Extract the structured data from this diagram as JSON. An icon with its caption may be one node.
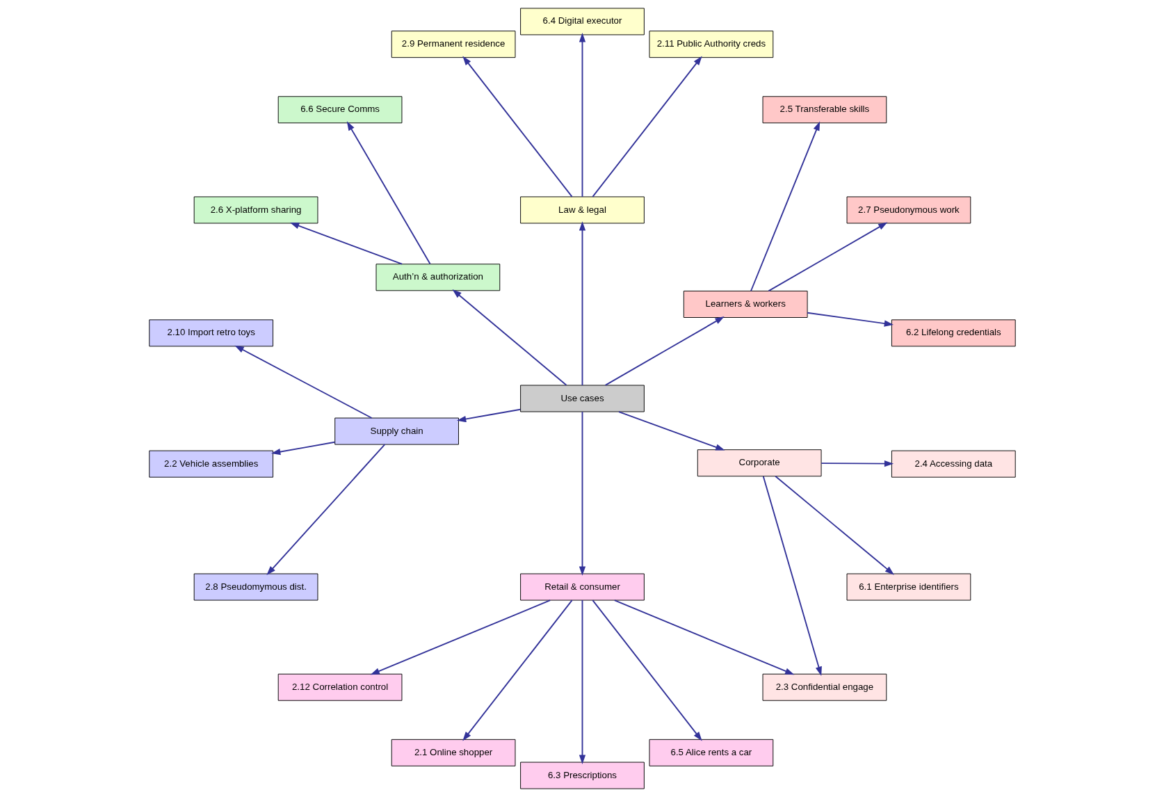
{
  "diagram": {
    "nodes": [
      {
        "text": [
          "Use cases"
        ]
      },
      {
        "text": [
          "Learners & workers"
        ]
      },
      {
        "text": [
          "6.2 Lifelong credentials"
        ]
      },
      {
        "text": [
          "2.7 Pseudonymous work"
        ]
      },
      {
        "text": [
          "2.5 Transferable skills"
        ]
      },
      {
        "text": [
          "Law & legal"
        ]
      },
      {
        "text": [
          "2.11 Public Authority creds"
        ]
      },
      {
        "text": [
          "6.4 Digital executor"
        ]
      },
      {
        "text": [
          "2.9 Permanent residence"
        ]
      },
      {
        "text": [
          "Corporate"
        ]
      },
      {
        "text": [
          "6.1 Enterprise identifiers"
        ]
      },
      {
        "text": [
          "2.4 Accessing data"
        ]
      },
      {
        "text": [
          "2.3 Confidential engage"
        ]
      },
      {
        "text": [
          "Auth’n & authorization"
        ]
      },
      {
        "text": [
          "6.6 Secure Comms"
        ]
      },
      {
        "text": [
          "2.6 X-platform sharing"
        ]
      },
      {
        "text": [
          "Retail & consumer"
        ]
      },
      {
        "text": [
          "2.12 Correlation control"
        ]
      },
      {
        "text": [
          "2.1 Online shopper"
        ]
      },
      {
        "text": [
          "6.3 Prescriptions"
        ]
      },
      {
        "text": [
          "6.5 Alice rents a car"
        ]
      },
      {
        "text": [
          "Supply chain"
        ]
      },
      {
        "text": [
          "2.10 Import retro toys"
        ]
      },
      {
        "text": [
          "2.2 Vehicle assemblies"
        ]
      },
      {
        "text": [
          "2.8 Pseudomymous dist."
        ]
      }
    ],
    "edges": [
      {
        "from": 0,
        "to": 1,
        "arrow": "to"
      },
      {
        "from": 0,
        "to": 5,
        "arrow": "to"
      },
      {
        "from": 0,
        "to": 13,
        "arrow": "to"
      },
      {
        "from": 0,
        "to": 21,
        "arrow": "to"
      },
      {
        "from": 0,
        "to": 16,
        "arrow": "to"
      },
      {
        "from": 0,
        "to": 9,
        "arrow": "to"
      },
      {
        "from": 1,
        "to": 2,
        "arrow": "to"
      },
      {
        "from": 1,
        "to": 3,
        "arrow": "to"
      },
      {
        "from": 1,
        "to": 4,
        "arrow": "to"
      },
      {
        "from": 5,
        "to": 6,
        "arrow": "to"
      },
      {
        "from": 5,
        "to": 7,
        "arrow": "to"
      },
      {
        "from": 5,
        "to": 8,
        "arrow": "to"
      },
      {
        "from": 9,
        "to": 10,
        "arrow": "to"
      },
      {
        "from": 9,
        "to": 11,
        "arrow": "to"
      },
      {
        "from": 9,
        "to": 12,
        "arrow": "to"
      },
      {
        "from": 13,
        "to": 14,
        "arrow": "to"
      },
      {
        "from": 13,
        "to": 15,
        "arrow": "to"
      },
      {
        "from": 16,
        "to": 12,
        "arrow": "to"
      },
      {
        "from": 16,
        "to": 17,
        "arrow": "to"
      },
      {
        "from": 16,
        "to": 18,
        "arrow": "to"
      },
      {
        "from": 16,
        "to": 19,
        "arrow": "to"
      },
      {
        "from": 16,
        "to": 20,
        "arrow": "to"
      },
      {
        "from": 21,
        "to": 22,
        "arrow": "to"
      },
      {
        "from": 21,
        "to": 23,
        "arrow": "to"
      },
      {
        "from": 21,
        "to": 24,
        "arrow": "to"
      }
    ]
  }
}
